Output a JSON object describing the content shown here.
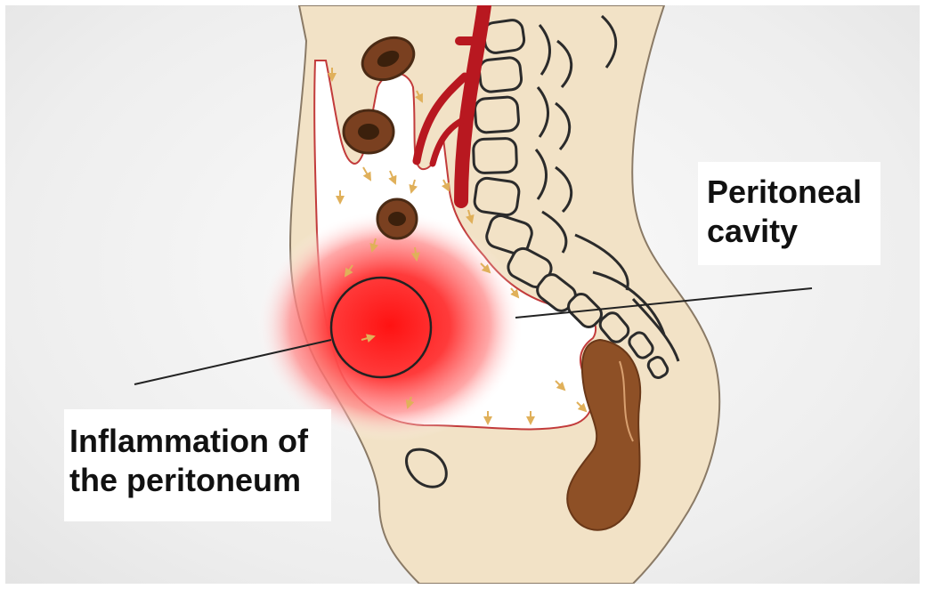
{
  "labels": {
    "peritoneal_cavity": [
      "Peritoneal",
      "cavity"
    ],
    "inflammation": [
      "Inflammation of",
      "the peritoneum"
    ]
  },
  "colors": {
    "skin": "#f0e0c4",
    "skin_outline": "#8a7a66",
    "cavity": "#ffffff",
    "inflammation": "#ff1a1a",
    "artery": "#c0141c",
    "bowel": "#8b4a24",
    "arrow": "#e0b05a"
  }
}
